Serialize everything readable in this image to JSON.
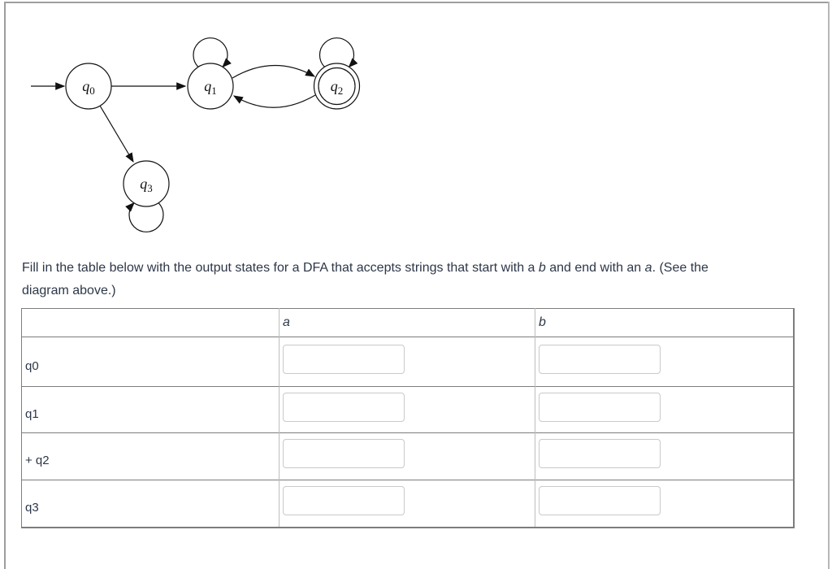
{
  "diagram": {
    "name": "DFA state diagram",
    "states": [
      {
        "id": "q0",
        "letter": "q",
        "sub": "0",
        "accepting": false,
        "initial": true
      },
      {
        "id": "q1",
        "letter": "q",
        "sub": "1",
        "accepting": false,
        "initial": false
      },
      {
        "id": "q2",
        "letter": "q",
        "sub": "2",
        "accepting": true,
        "initial": false
      },
      {
        "id": "q3",
        "letter": "q",
        "sub": "3",
        "accepting": false,
        "initial": false
      }
    ],
    "transitions": [
      "start->q0",
      "q0->q1",
      "q0->q3",
      "q1->q1 (self loop)",
      "q1->q2",
      "q2->q2 (self loop)",
      "q2->q1",
      "q3->q3 (self loop)"
    ]
  },
  "instruction": {
    "line1_pre": "Fill in the table below with the output states for a DFA that accepts strings that start with a ",
    "line1_b": "b",
    "line1_mid": " and end with an ",
    "line1_a": "a",
    "line1_post": ". (See the",
    "line2": "diagram above.)"
  },
  "table": {
    "headers": {
      "state_col": "",
      "a": "a",
      "b": "b"
    },
    "rows": [
      {
        "label": "q0",
        "a": "",
        "b": ""
      },
      {
        "label": "q1",
        "a": "",
        "b": ""
      },
      {
        "label": "+ q2",
        "a": "",
        "b": ""
      },
      {
        "label": "q3",
        "a": "",
        "b": ""
      }
    ]
  },
  "colors": {
    "text": "#2d3748",
    "diagram_stroke": "#111111",
    "table_outer_border": "#7d7d7d",
    "table_column_border": "#bdbdbd",
    "input_border": "#c9c9c9",
    "page_border": "#9e9e9e"
  }
}
